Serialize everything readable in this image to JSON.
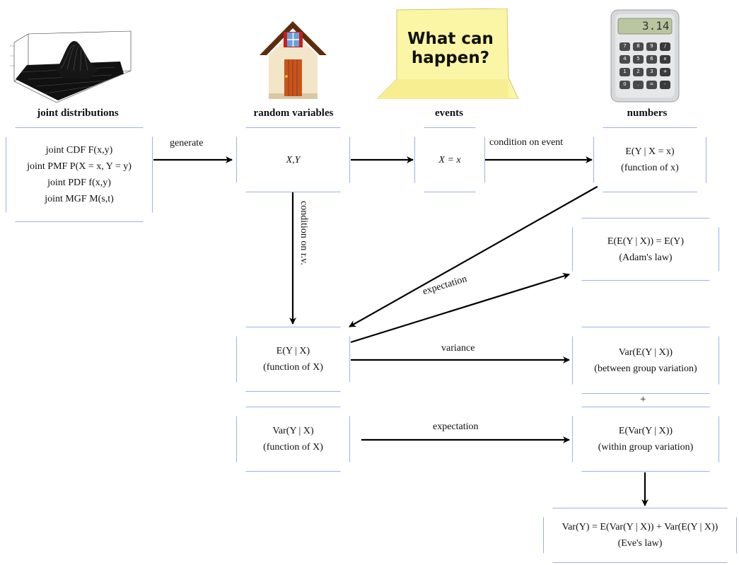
{
  "headers": {
    "joint": "joint distributions",
    "rv": "random variables",
    "events": "events",
    "numbers": "numbers"
  },
  "note": {
    "line1": "What can",
    "line2": "happen?"
  },
  "calculator": {
    "display": "3.14",
    "keys": [
      "7",
      "8",
      "9",
      "/",
      "4",
      "5",
      "6",
      "x",
      "1",
      "2",
      "3",
      "+",
      "0",
      ".",
      "=",
      "-"
    ]
  },
  "boxes": {
    "joint": {
      "line1": "joint CDF F(x,y)",
      "line2": "joint PMF P(X = x, Y = y)",
      "line3": "joint PDF f(x,y)",
      "line4": "joint MGF M(s,t)"
    },
    "xy": {
      "line1": "X,Y"
    },
    "event": {
      "line1": "X = x"
    },
    "cond_num": {
      "line1": "E(Y | X = x)",
      "line2": "(function of x)"
    },
    "adam": {
      "line1": "E(E(Y | X)) = E(Y)",
      "line2": "(Adam's law)"
    },
    "eyx": {
      "line1": "E(Y | X)",
      "line2": "(function of X)"
    },
    "var_e": {
      "line1": "Var(E(Y | X))",
      "line2": "(between group variation)"
    },
    "varyx": {
      "line1": "Var(Y | X)",
      "line2": "(function of X)"
    },
    "e_var": {
      "line1": "E(Var(Y | X))",
      "line2": "(within group variation)"
    },
    "eve": {
      "line1": "Var(Y) = E(Var(Y | X)) + Var(E(Y | X))",
      "line2": "(Eve's law)"
    }
  },
  "arrow_labels": {
    "generate": "generate",
    "condition_event": "condition on event",
    "condition_rv": "condition on r.v.",
    "expectation_adam": "expectation",
    "variance": "variance",
    "expectation_var": "expectation",
    "plus": "+"
  }
}
